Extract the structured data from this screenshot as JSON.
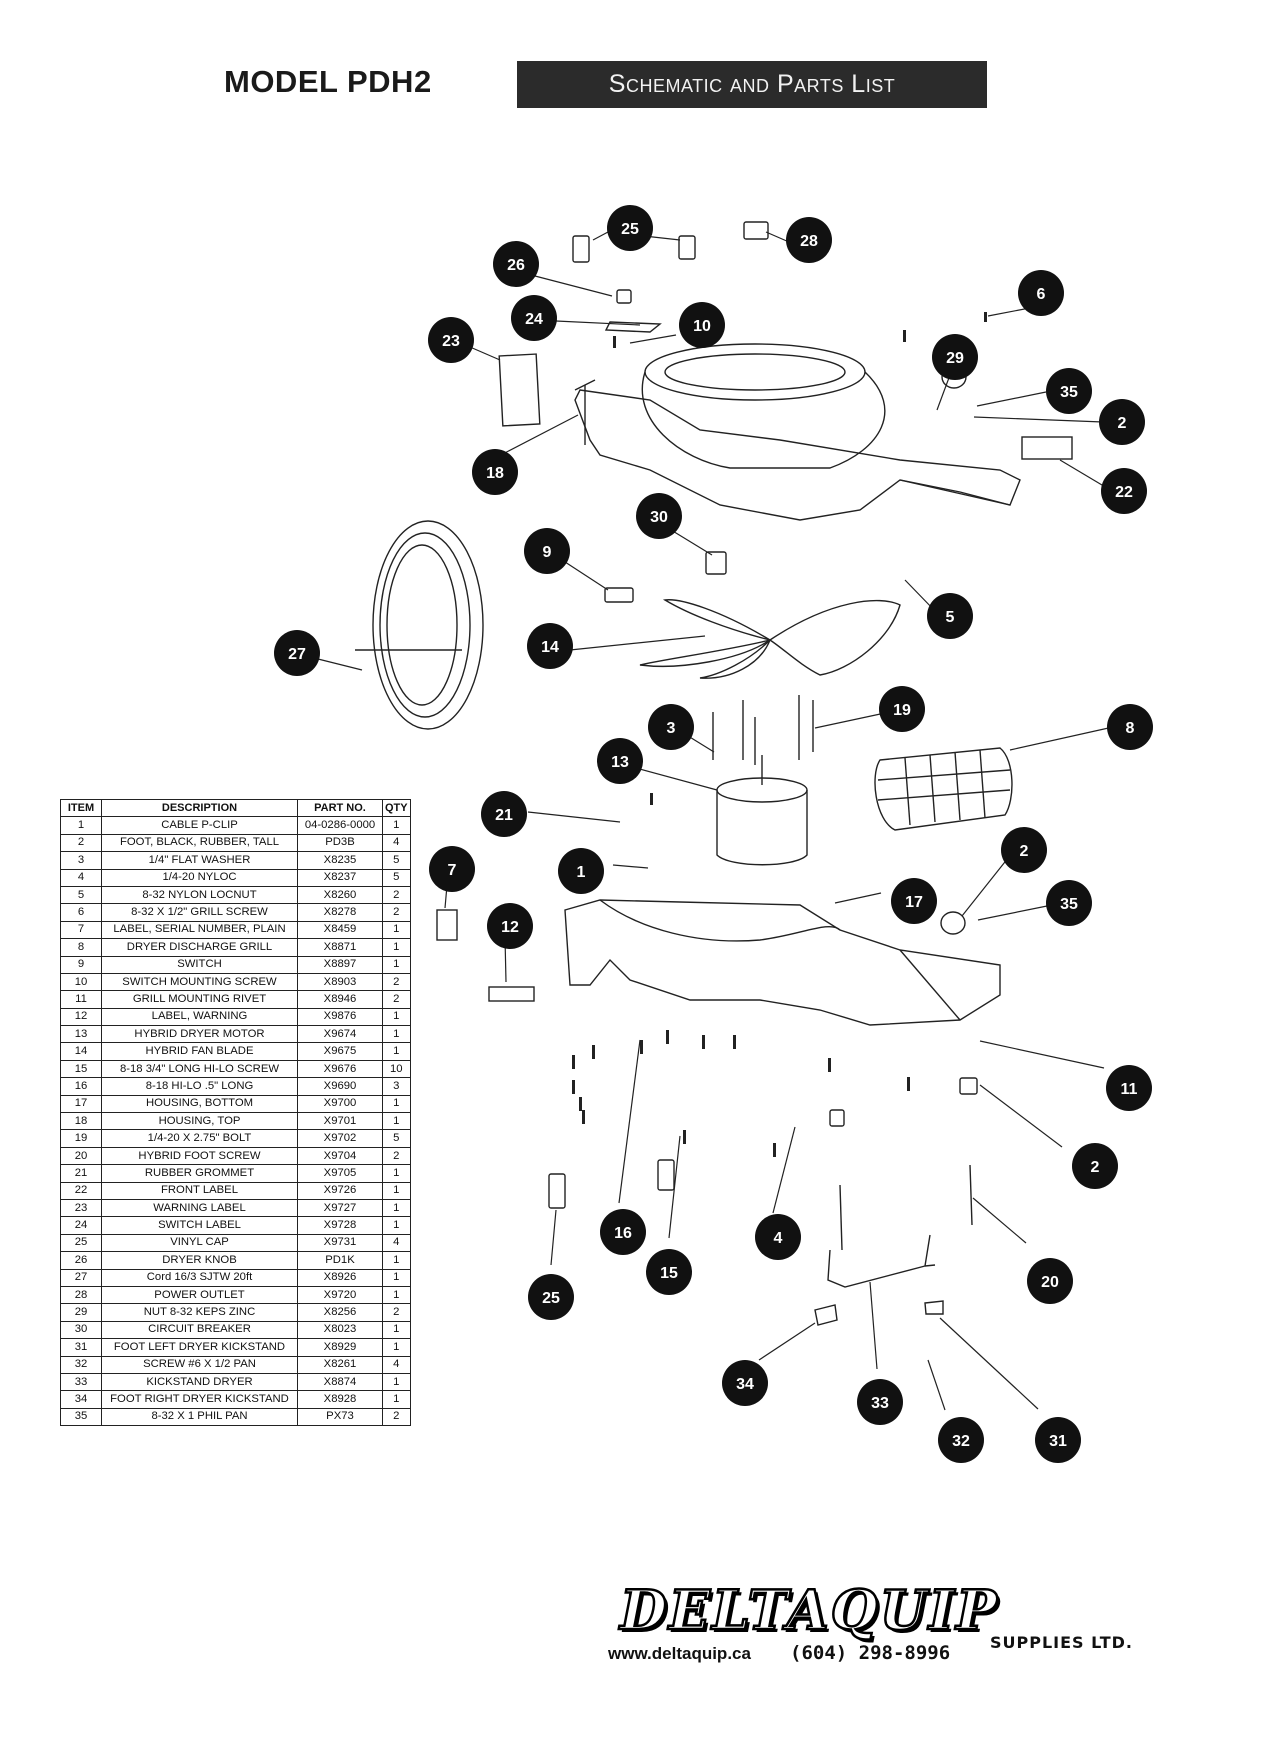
{
  "header": {
    "model": "MODEL PDH2",
    "title": "Schematic and Parts List"
  },
  "table": {
    "columns": [
      "ITEM",
      "DESCRIPTION",
      "PART NO.",
      "QTY"
    ],
    "rows": [
      [
        "1",
        "CABLE P-CLIP",
        "04-0286-0000",
        "1"
      ],
      [
        "2",
        "FOOT, BLACK, RUBBER, TALL",
        "PD3B",
        "4"
      ],
      [
        "3",
        "1/4\" FLAT WASHER",
        "X8235",
        "5"
      ],
      [
        "4",
        "1/4-20 NYLOC",
        "X8237",
        "5"
      ],
      [
        "5",
        "8-32 NYLON LOCNUT",
        "X8260",
        "2"
      ],
      [
        "6",
        "8-32 X 1/2\" GRILL SCREW",
        "X8278",
        "2"
      ],
      [
        "7",
        "LABEL, SERIAL NUMBER, PLAIN",
        "X8459",
        "1"
      ],
      [
        "8",
        "DRYER DISCHARGE GRILL",
        "X8871",
        "1"
      ],
      [
        "9",
        "SWITCH",
        "X8897",
        "1"
      ],
      [
        "10",
        "SWITCH MOUNTING SCREW",
        "X8903",
        "2"
      ],
      [
        "11",
        "GRILL MOUNTING RIVET",
        "X8946",
        "2"
      ],
      [
        "12",
        "LABEL, WARNING",
        "X9876",
        "1"
      ],
      [
        "13",
        "HYBRID DRYER MOTOR",
        "X9674",
        "1"
      ],
      [
        "14",
        "HYBRID FAN BLADE",
        "X9675",
        "1"
      ],
      [
        "15",
        "8-18 3/4\" LONG HI-LO SCREW",
        "X9676",
        "10"
      ],
      [
        "16",
        "8-18 HI-LO .5\" LONG",
        "X9690",
        "3"
      ],
      [
        "17",
        "HOUSING, BOTTOM",
        "X9700",
        "1"
      ],
      [
        "18",
        "HOUSING, TOP",
        "X9701",
        "1"
      ],
      [
        "19",
        "1/4-20 X 2.75\" BOLT",
        "X9702",
        "5"
      ],
      [
        "20",
        "HYBRID FOOT SCREW",
        "X9704",
        "2"
      ],
      [
        "21",
        "RUBBER GROMMET",
        "X9705",
        "1"
      ],
      [
        "22",
        "FRONT LABEL",
        "X9726",
        "1"
      ],
      [
        "23",
        "WARNING LABEL",
        "X9727",
        "1"
      ],
      [
        "24",
        "SWITCH LABEL",
        "X9728",
        "1"
      ],
      [
        "25",
        "VINYL CAP",
        "X9731",
        "4"
      ],
      [
        "26",
        "DRYER KNOB",
        "PD1K",
        "1"
      ],
      [
        "27",
        "Cord 16/3 SJTW 20ft",
        "X8926",
        "1"
      ],
      [
        "28",
        "POWER OUTLET",
        "X9720",
        "1"
      ],
      [
        "29",
        "NUT 8-32 KEPS ZINC",
        "X8256",
        "2"
      ],
      [
        "30",
        "CIRCUIT BREAKER",
        "X8023",
        "1"
      ],
      [
        "31",
        "FOOT LEFT DRYER KICKSTAND",
        "X8929",
        "1"
      ],
      [
        "32",
        "SCREW #6 X 1/2 PAN",
        "X8261",
        "4"
      ],
      [
        "33",
        "KICKSTAND DRYER",
        "X8874",
        "1"
      ],
      [
        "34",
        "FOOT RIGHT DRYER KICKSTAND",
        "X8928",
        "1"
      ],
      [
        "35",
        "8-32 X 1 PHIL PAN",
        "PX73",
        "2"
      ]
    ]
  },
  "callouts": [
    "25",
    "28",
    "26",
    "6",
    "24",
    "10",
    "23",
    "29",
    "35",
    "2",
    "18",
    "22",
    "30",
    "9",
    "5",
    "27",
    "14",
    "19",
    "3",
    "8",
    "13",
    "21",
    "2",
    "7",
    "1",
    "17",
    "35",
    "12",
    "11",
    "2",
    "16",
    "4",
    "15",
    "25",
    "20",
    "34",
    "33",
    "32",
    "31"
  ],
  "footer": {
    "logo": "DELTAQUIP",
    "logo_sub": "SUPPLIES LTD.",
    "website": "www.deltaquip.ca",
    "phone": "(604) 298-8996"
  }
}
